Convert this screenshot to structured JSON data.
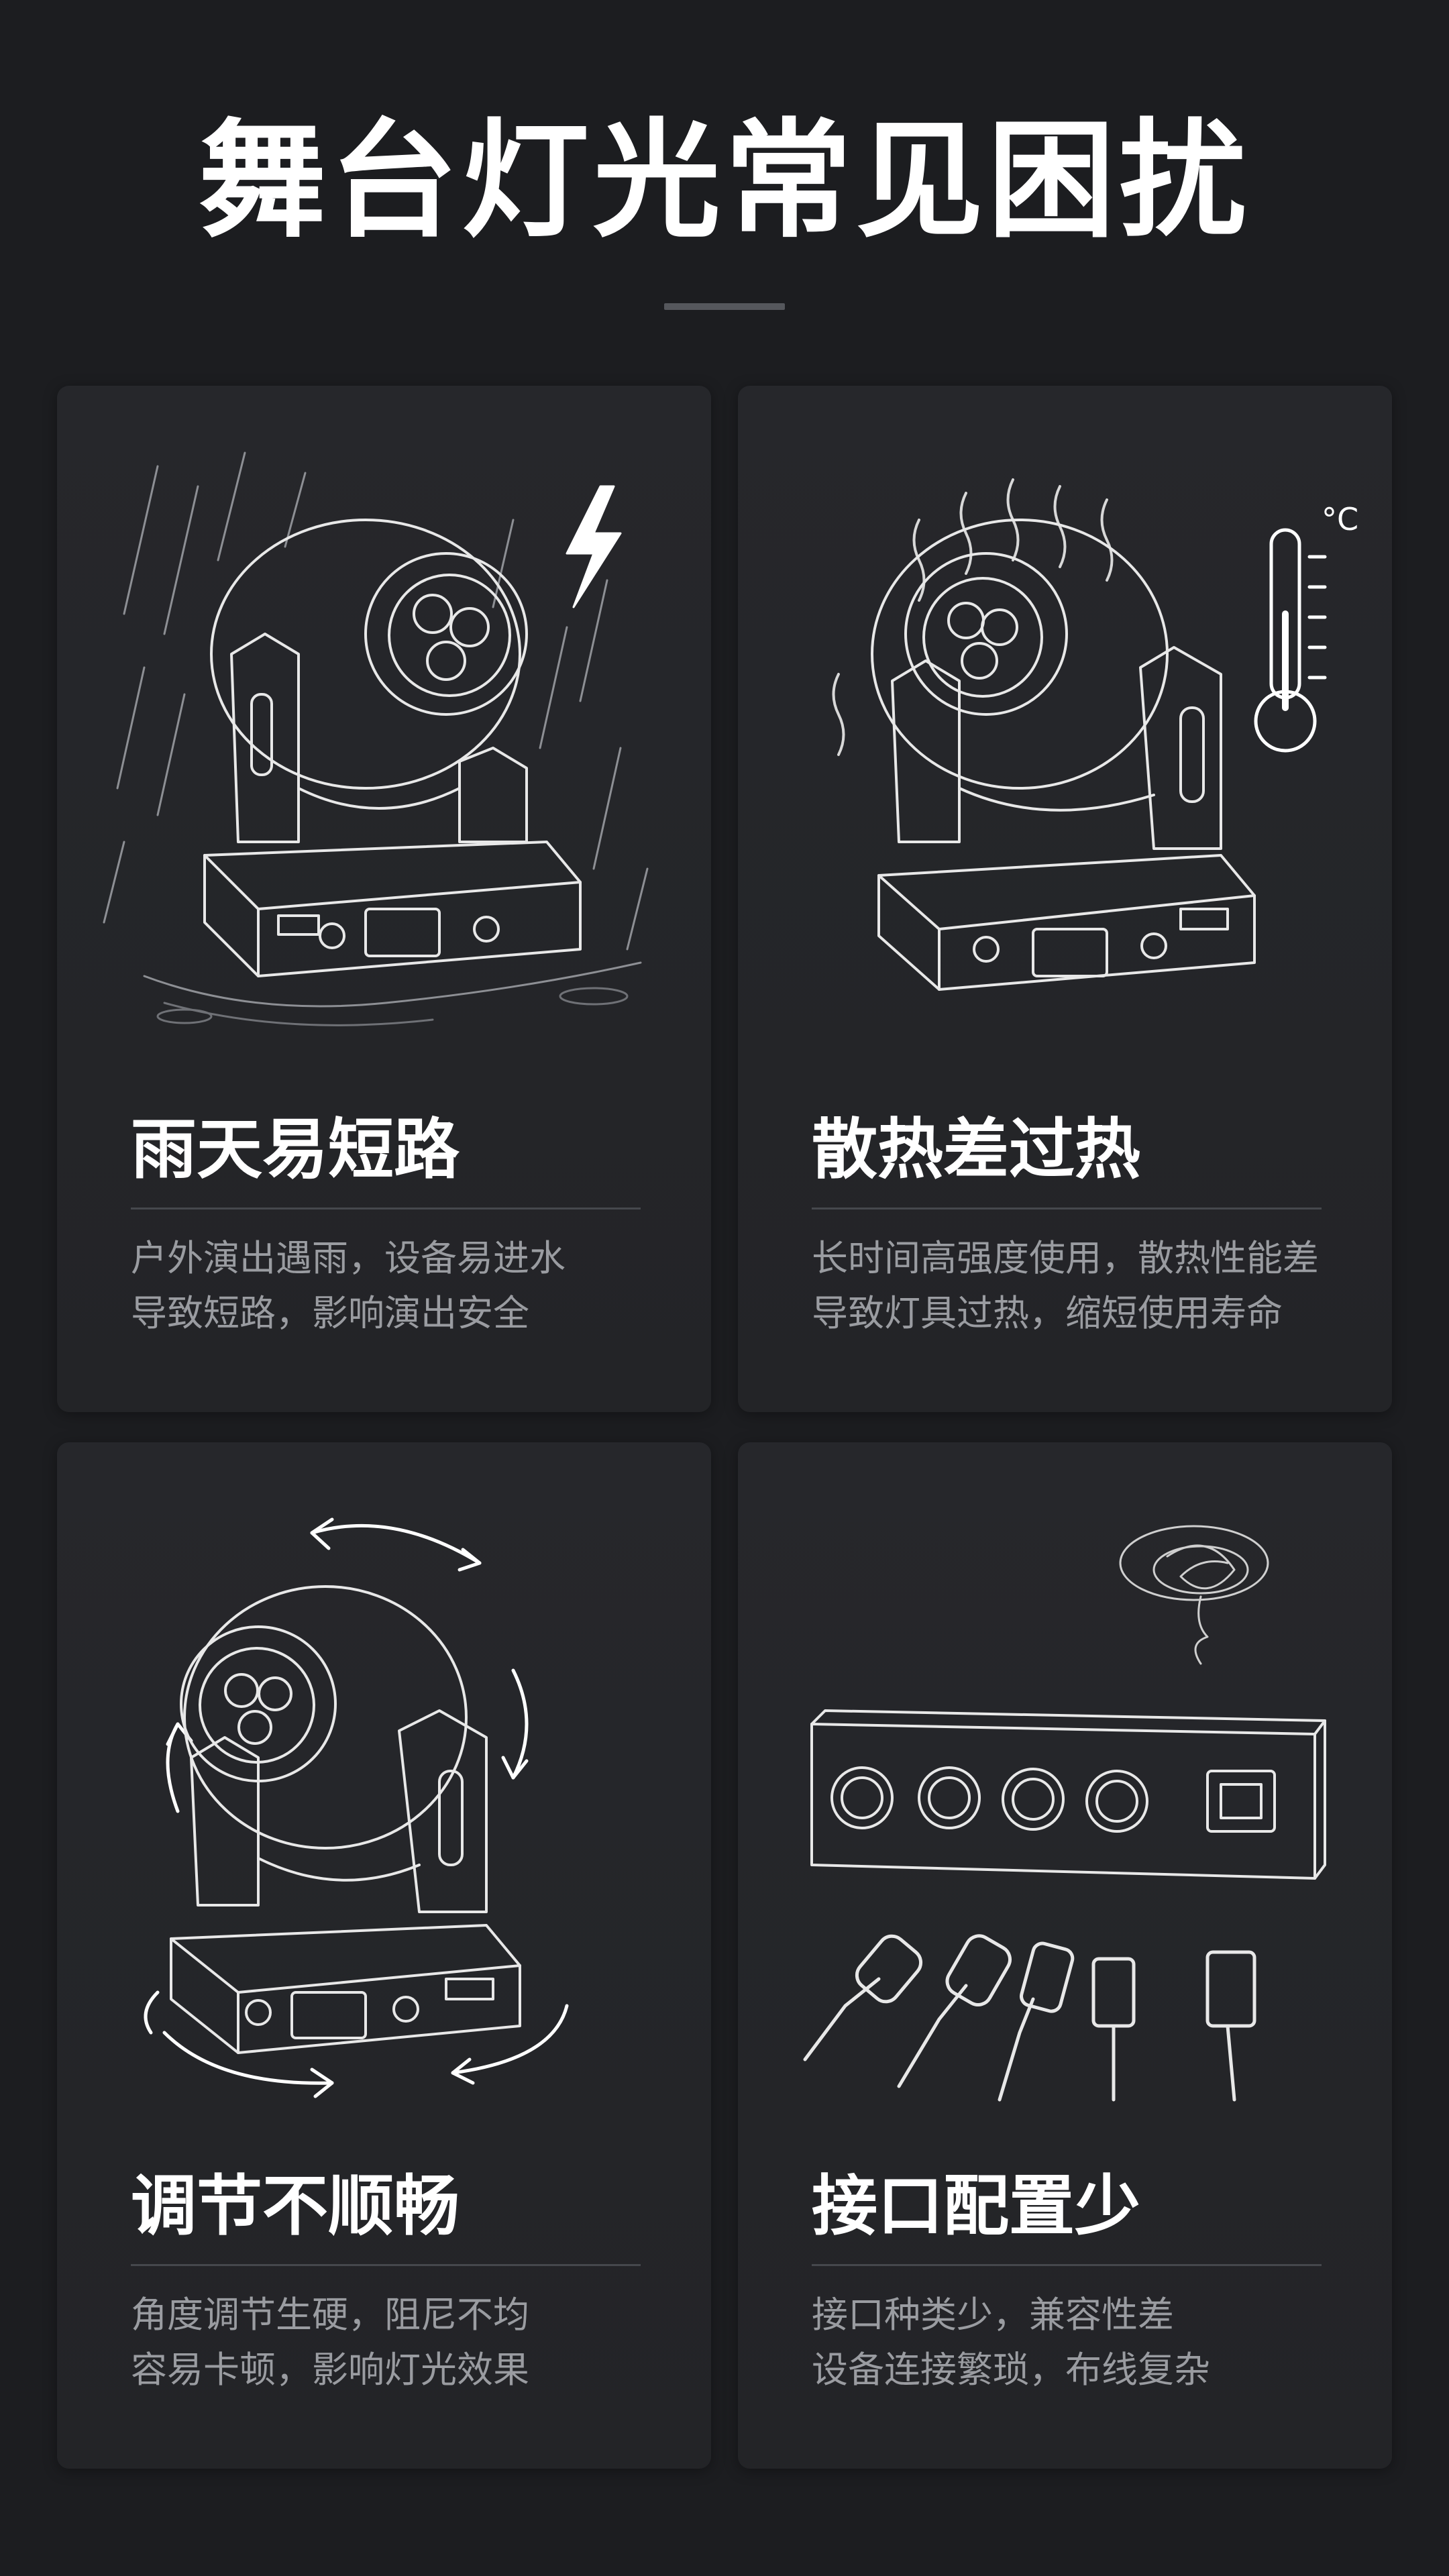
{
  "title": "舞台灯光常见困扰",
  "cards": [
    {
      "title": "雨天易短路",
      "desc": [
        "户外演出遇雨，设备易进水",
        "导致短路，影响演出安全"
      ],
      "icon": "rain-lightning-icon"
    },
    {
      "title": "散热差过热",
      "desc": [
        "长时间高强度使用，散热性能差",
        "导致灯具过热，缩短使用寿命"
      ],
      "icon": "thermometer-icon",
      "thermometer_unit": "°C"
    },
    {
      "title": "调节不顺畅",
      "desc": [
        "角度调节生硬，阻尼不均",
        "容易卡顿，影响灯光效果"
      ],
      "icon": "rotate-arrows-icon"
    },
    {
      "title": "接口配置少",
      "desc": [
        "接口种类少，兼容性差",
        "设备连接繁琐，布线复杂"
      ],
      "icon": "connector-panel-icon"
    }
  ]
}
